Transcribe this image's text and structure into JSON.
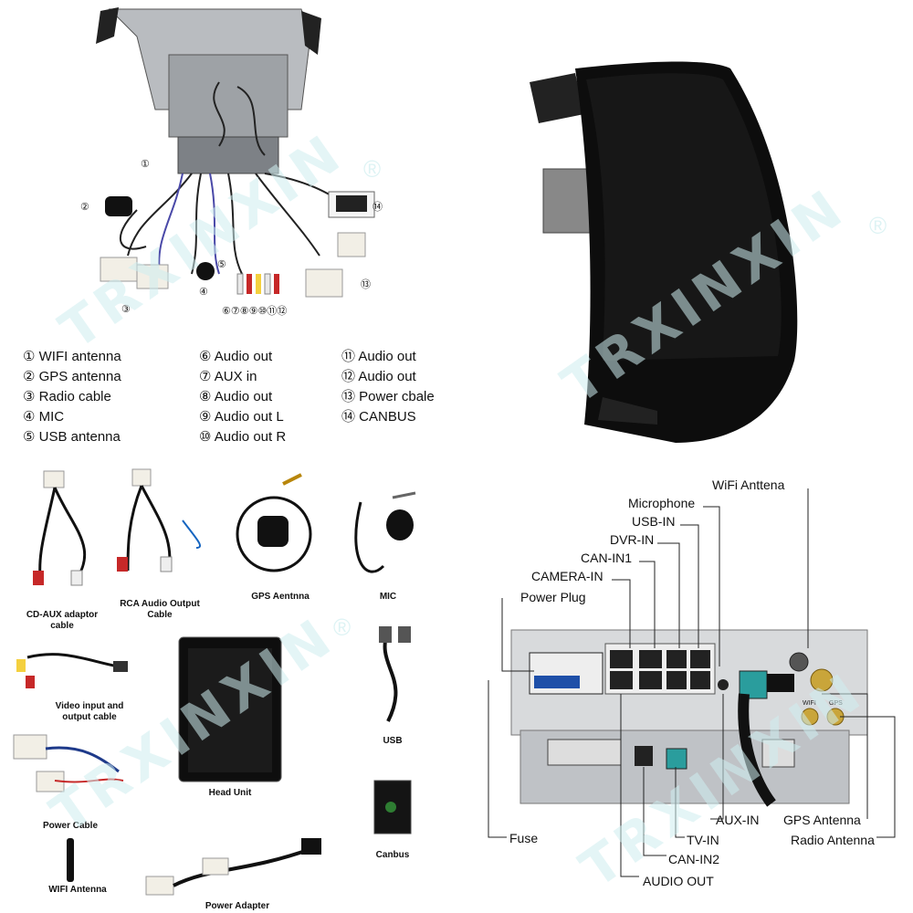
{
  "watermark": "TRXINXIN",
  "registered": "®",
  "legend": {
    "col1": [
      "① WIFI antenna",
      "② GPS antenna",
      "③ Radio cable",
      "④ MIC",
      "⑤ USB antenna"
    ],
    "col2": [
      "⑥ Audio out",
      "⑦ AUX in",
      "⑧ Audio out",
      "⑨ Audio out L",
      "⑩ Audio out R"
    ],
    "col3": [
      "⑪ Audio out",
      "⑫ Audio out",
      "⑬ Power cbale",
      "⑭ CANBUS"
    ]
  },
  "harness_numbers": [
    "①",
    "②",
    "③",
    "④",
    "⑤",
    "⑥⑦⑧⑨⑩⑪⑫",
    "⑬",
    "⑭"
  ],
  "accessories": {
    "cd_aux": "CD-AUX adaptor cable",
    "rca": "RCA Audio Output Cable",
    "gps": "GPS Aentnna",
    "mic": "MIC",
    "video": "Video input and output cable",
    "head_unit": "Head Unit",
    "usb": "USB",
    "power_cable": "Power Cable",
    "canbus": "Canbus",
    "wifi": "WIFI Antenna",
    "power_adapter": "Power Adapter"
  },
  "rear_panel": {
    "wifi_antenna": "WiFi Anttena",
    "microphone": "Microphone",
    "usb_in": "USB-IN",
    "dvr_in": "DVR-IN",
    "can_in1": "CAN-IN1",
    "camera_in": "CAMERA-IN",
    "power_plug": "Power Plug",
    "fuse": "Fuse",
    "aux_in": "AUX-IN",
    "tv_in": "TV-IN",
    "can_in2": "CAN-IN2",
    "audio_out": "AUDIO OUT",
    "gps_antenna": "GPS Antenna",
    "radio_antenna": "Radio Antenna",
    "port_wifi": "WIFI",
    "port_gps": "GPS"
  }
}
